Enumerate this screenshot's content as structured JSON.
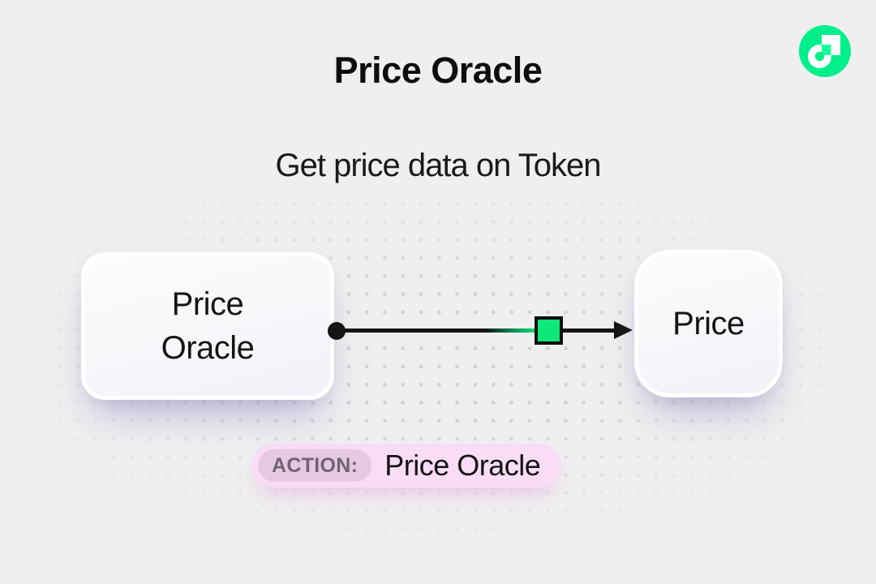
{
  "theme": {
    "background": "#efeff0",
    "ink": "#141414",
    "green": "#0de878",
    "logo_green": "#00ef8b",
    "logo_mint": "#16ff99",
    "pink": "#f9dcf5",
    "pink_dark": "#e6c8e0",
    "badge_label": "#6f6473",
    "dot": "#d3d1d5"
  },
  "header": {
    "title": "Price Oracle",
    "subtitle": "Get price data on Token"
  },
  "logo": {
    "name": "flow-logo"
  },
  "diagram": {
    "nodes": [
      {
        "id": "price-oracle",
        "label": "Price Oracle"
      },
      {
        "id": "price",
        "label": "Price"
      }
    ],
    "connector": {
      "from": "price-oracle",
      "to": "price",
      "marker_color": "#0de878"
    }
  },
  "action_badge": {
    "label": "ACTION:",
    "value": "Price Oracle"
  }
}
